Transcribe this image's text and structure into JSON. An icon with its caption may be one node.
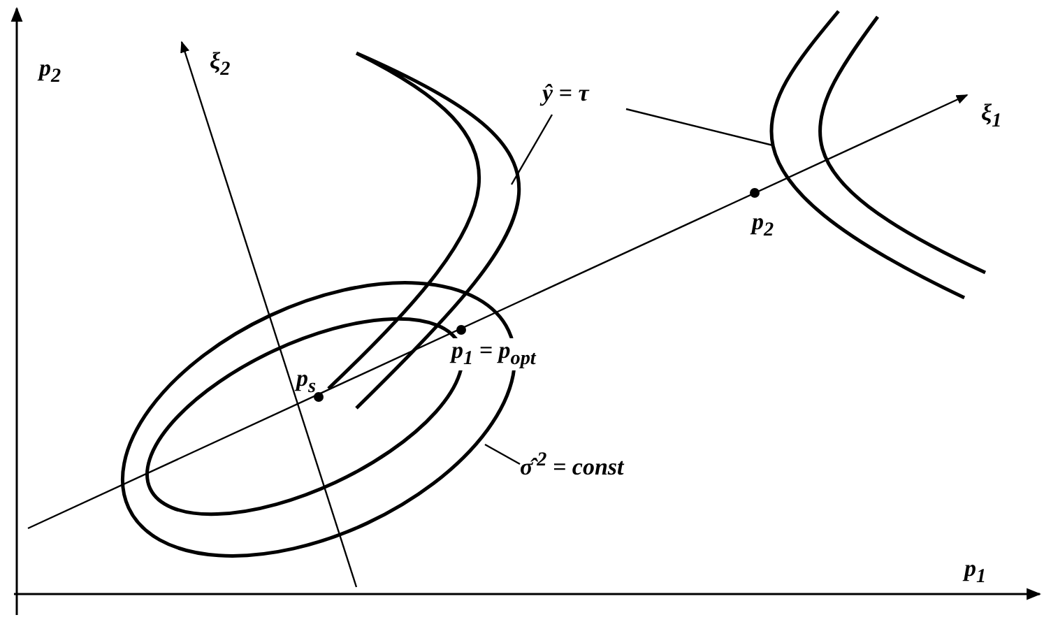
{
  "diagram": {
    "nodes": [
      {
        "text": [],
        "shape": "curve"
      },
      {
        "text": [
          "ŷ = τ"
        ]
      },
      {
        "text": [],
        "shape": "curve"
      },
      {
        "text": [],
        "shape": "ellipse"
      },
      {
        "text": [
          "σ̂$^{2}$ = const"
        ]
      }
    ],
    "edges": [
      {
        "from": 1,
        "to": 0,
        "arrow": "none"
      },
      {
        "from": 1,
        "to": 2,
        "arrow": "none"
      },
      {
        "from": 4,
        "to": 3,
        "arrow": "none"
      }
    ],
    "labels": [
      "p$_{2}$",
      "ξ$_{2}$",
      "ξ$_{1}$",
      "p$_{2}$",
      "p$_{s}$",
      "p$_{1}$ = p$_{opt}$",
      "p$_{1}$"
    ]
  }
}
